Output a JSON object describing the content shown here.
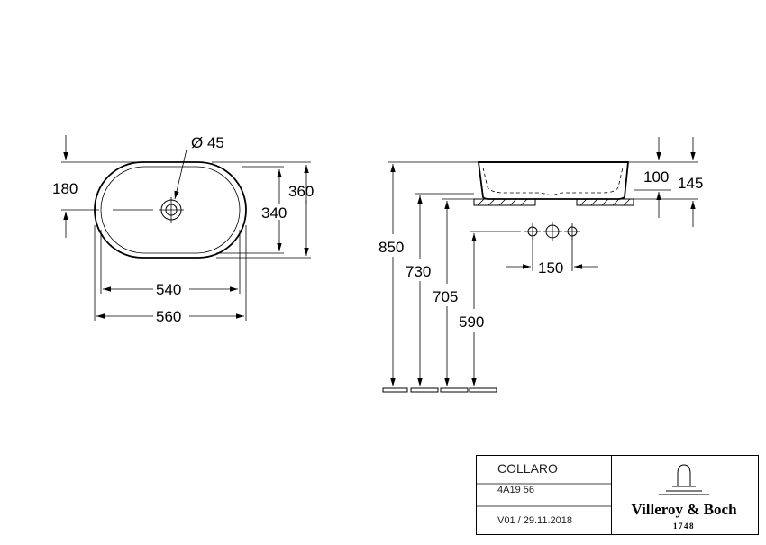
{
  "dimensions": {
    "diameter": "Ø 45",
    "half_depth": "180",
    "outer_depth": "360",
    "inner_depth": "340",
    "inner_width": "540",
    "outer_width": "560",
    "basin_height": "100",
    "total_height": "145",
    "rim_height": "850",
    "counter_730": "730",
    "counter_705": "705",
    "tap_590": "590",
    "tap_spacing": "150"
  },
  "title_block": {
    "product": "COLLARO",
    "article": "4A19 56",
    "version": "V01 / 29.11.2018",
    "brand": "Villeroy & Boch",
    "year": "1748"
  }
}
